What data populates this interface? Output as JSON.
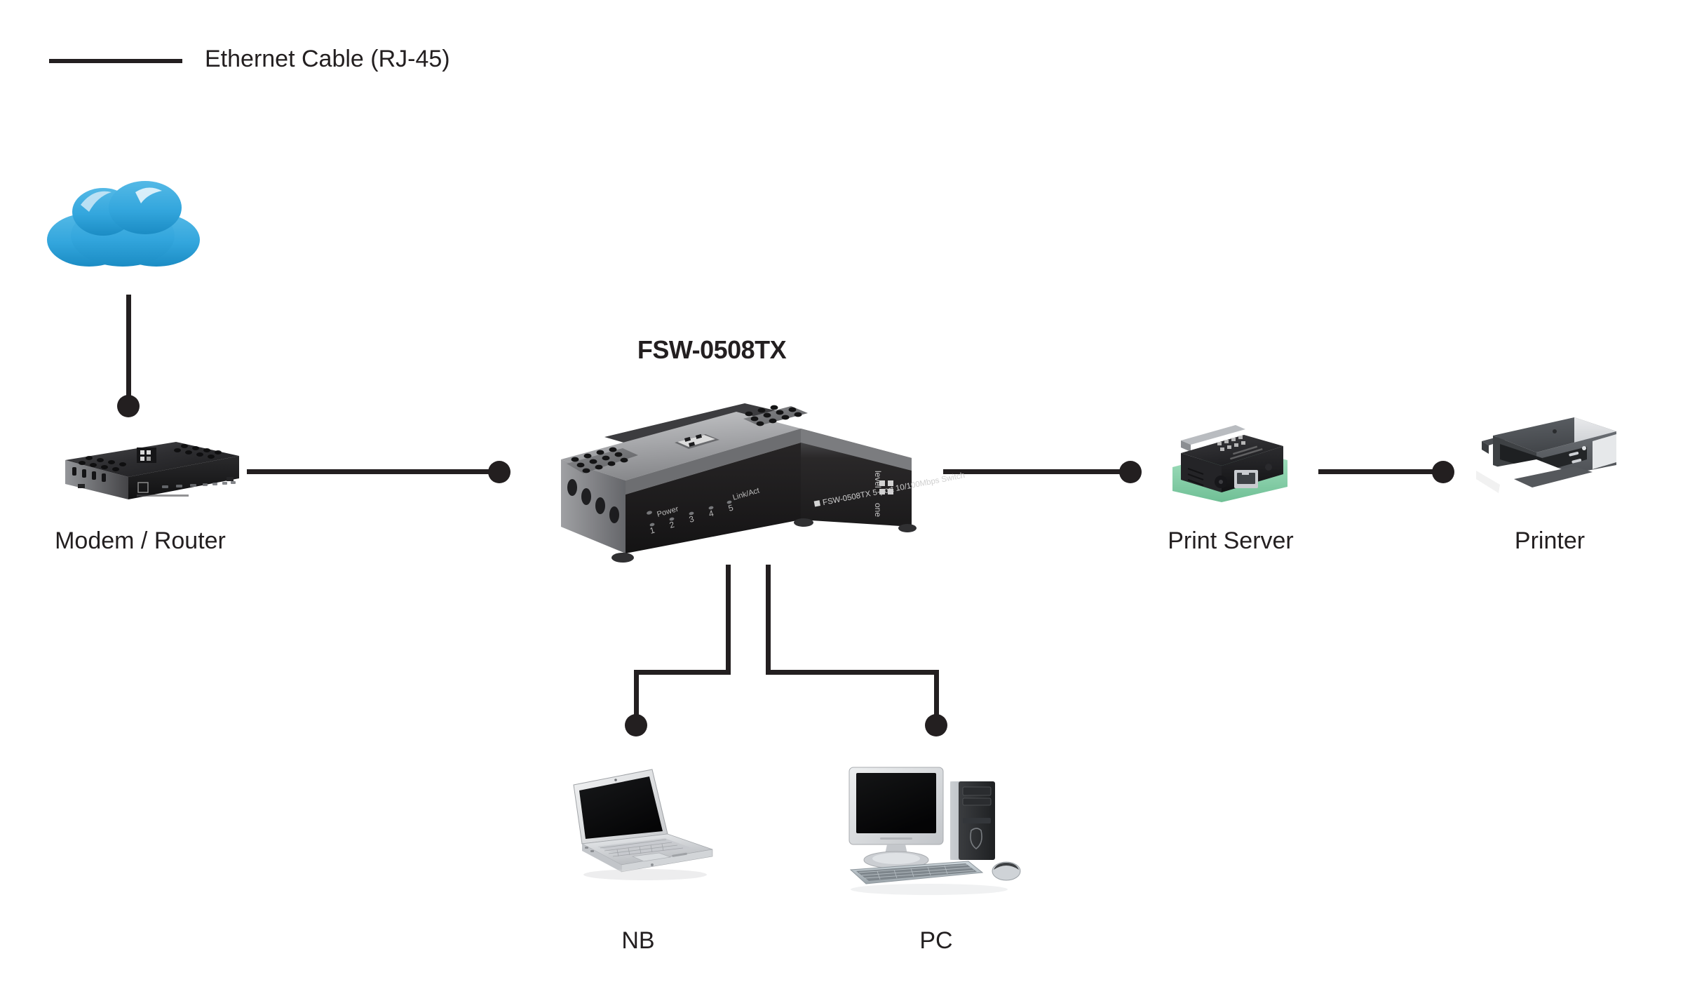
{
  "legend": {
    "label": "Ethernet Cable (RJ-45)",
    "line_color": "#231f20"
  },
  "diagram": {
    "title": "FSW-0508TX",
    "background": "#ffffff",
    "wire_color": "#231f20"
  },
  "switch_device": {
    "title": "FSW-0508TX",
    "faceplate_text": "FSW-0508TX  5-port 10/100Mbps Switch",
    "brand": "level one",
    "led_power_label": "Power",
    "led_linkact_label": "Link/Act",
    "port_numbers": [
      "1",
      "2",
      "3",
      "4",
      "5"
    ],
    "body_color": "#6e6f71",
    "panel_color": "#211f20"
  },
  "nodes": [
    {
      "id": "cloud",
      "label": "",
      "icon": "cloud-icon",
      "color": "#2fa3dc"
    },
    {
      "id": "modem_router",
      "label": "Modem / Router",
      "icon": "router-icon",
      "color": "#2b2b2d"
    },
    {
      "id": "switch",
      "label": "FSW-0508TX",
      "icon": "switch-icon",
      "color": "#6e6f71"
    },
    {
      "id": "print_server",
      "label": "Print Server",
      "icon": "print-server-icon",
      "color": "#8fd6b0"
    },
    {
      "id": "printer",
      "label": "Printer",
      "icon": "printer-icon",
      "color": "#9aa0a6"
    },
    {
      "id": "nb",
      "label": "NB",
      "icon": "laptop-icon",
      "color": "#c9ccd1"
    },
    {
      "id": "pc",
      "label": "PC",
      "icon": "desktop-icon",
      "color": "#b6bbc2"
    }
  ],
  "labels": {
    "modem_router": "Modem / Router",
    "print_server": "Print Server",
    "printer": "Printer",
    "nb": "NB",
    "pc": "PC"
  },
  "connections": [
    {
      "from": "cloud",
      "to": "modem_router",
      "type": "vertical"
    },
    {
      "from": "modem_router",
      "to": "switch",
      "type": "horizontal"
    },
    {
      "from": "switch",
      "to": "print_server",
      "type": "horizontal"
    },
    {
      "from": "print_server",
      "to": "printer",
      "type": "horizontal"
    },
    {
      "from": "switch",
      "to": "nb",
      "type": "elbow"
    },
    {
      "from": "switch",
      "to": "pc",
      "type": "elbow"
    }
  ]
}
